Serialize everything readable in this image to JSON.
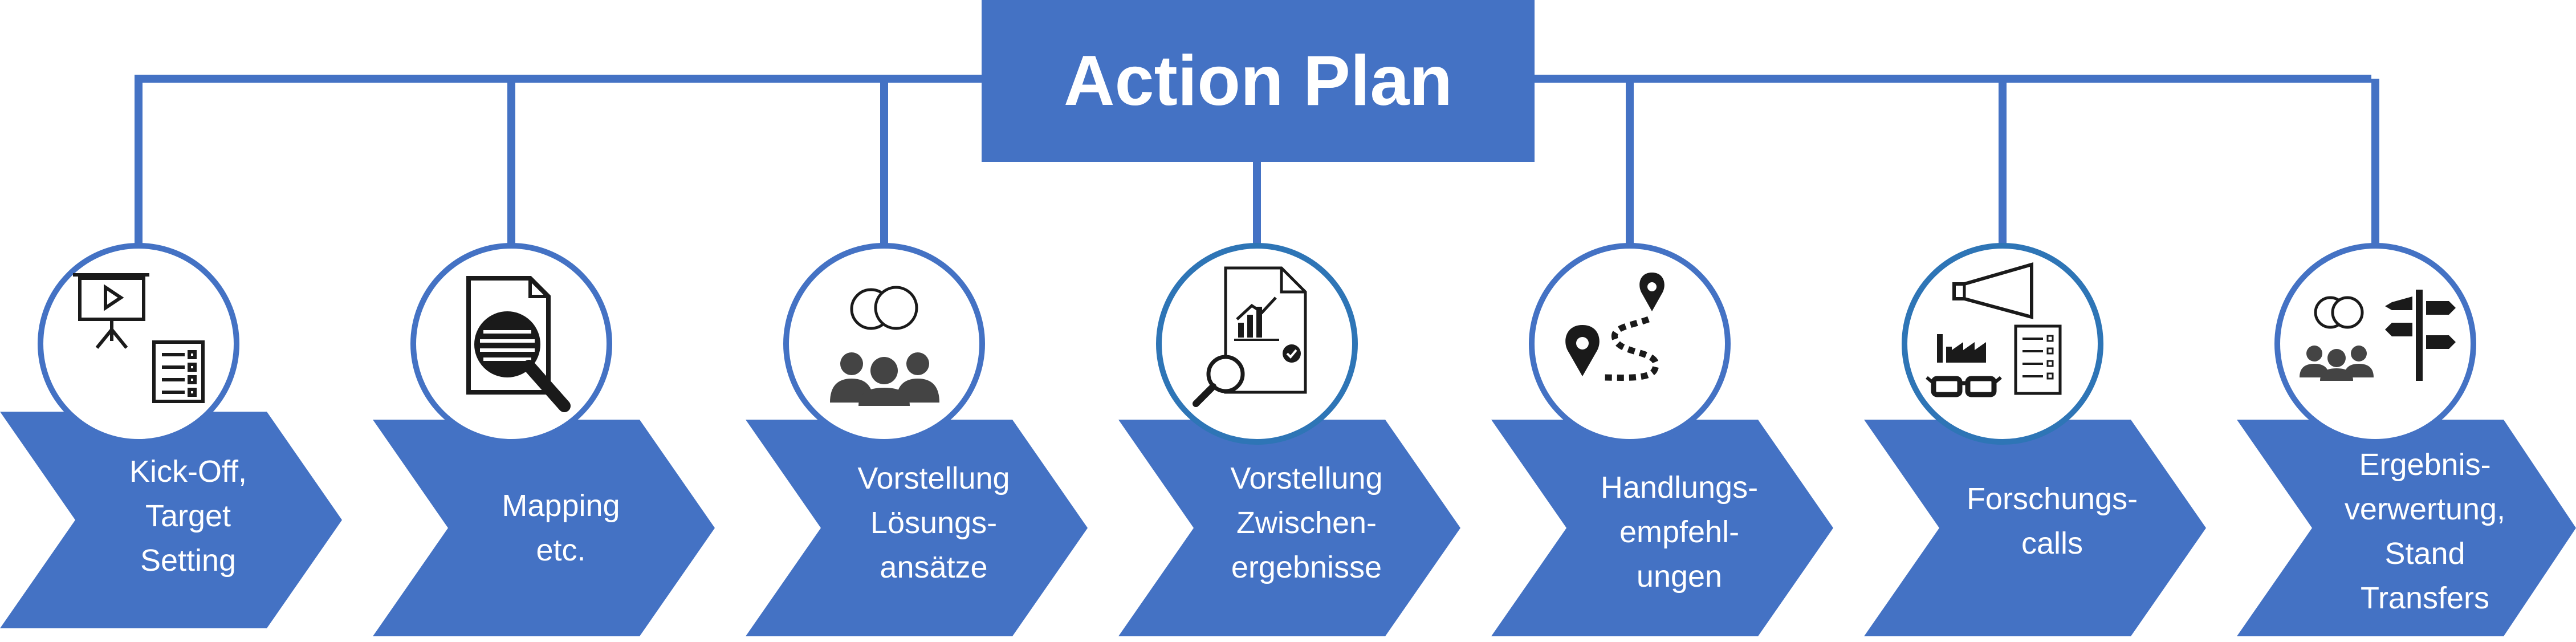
{
  "title": "Action Plan",
  "colors": {
    "primary": "#4472c4",
    "circle_border": "#4472c4",
    "circle_border_alt": "#2e75b6",
    "text_on_primary": "#ffffff",
    "icon": "#1a1a1a"
  },
  "steps": [
    {
      "label": "Kick-Off,\nTarget\nSetting",
      "icon": "presentation-board-with-checklist-icon"
    },
    {
      "label": "Mapping\netc.",
      "icon": "document-with-magnifier-icon"
    },
    {
      "label": "Vorstellung\nLösungs-\nansätze",
      "icon": "people-with-speech-bubbles-icon"
    },
    {
      "label": "Vorstellung\nZwischen-\nergebnisse",
      "icon": "report-chart-with-magnifier-icon"
    },
    {
      "label": "Handlungs-\nempfehl-\nungen",
      "icon": "route-with-map-pins-icon"
    },
    {
      "label": "Forschungs-\ncalls",
      "icon": "megaphone-factory-glasses-icon"
    },
    {
      "label": "Ergebnis-\nverwertung,\nStand\nTransfers",
      "icon": "people-with-signpost-icon"
    }
  ]
}
